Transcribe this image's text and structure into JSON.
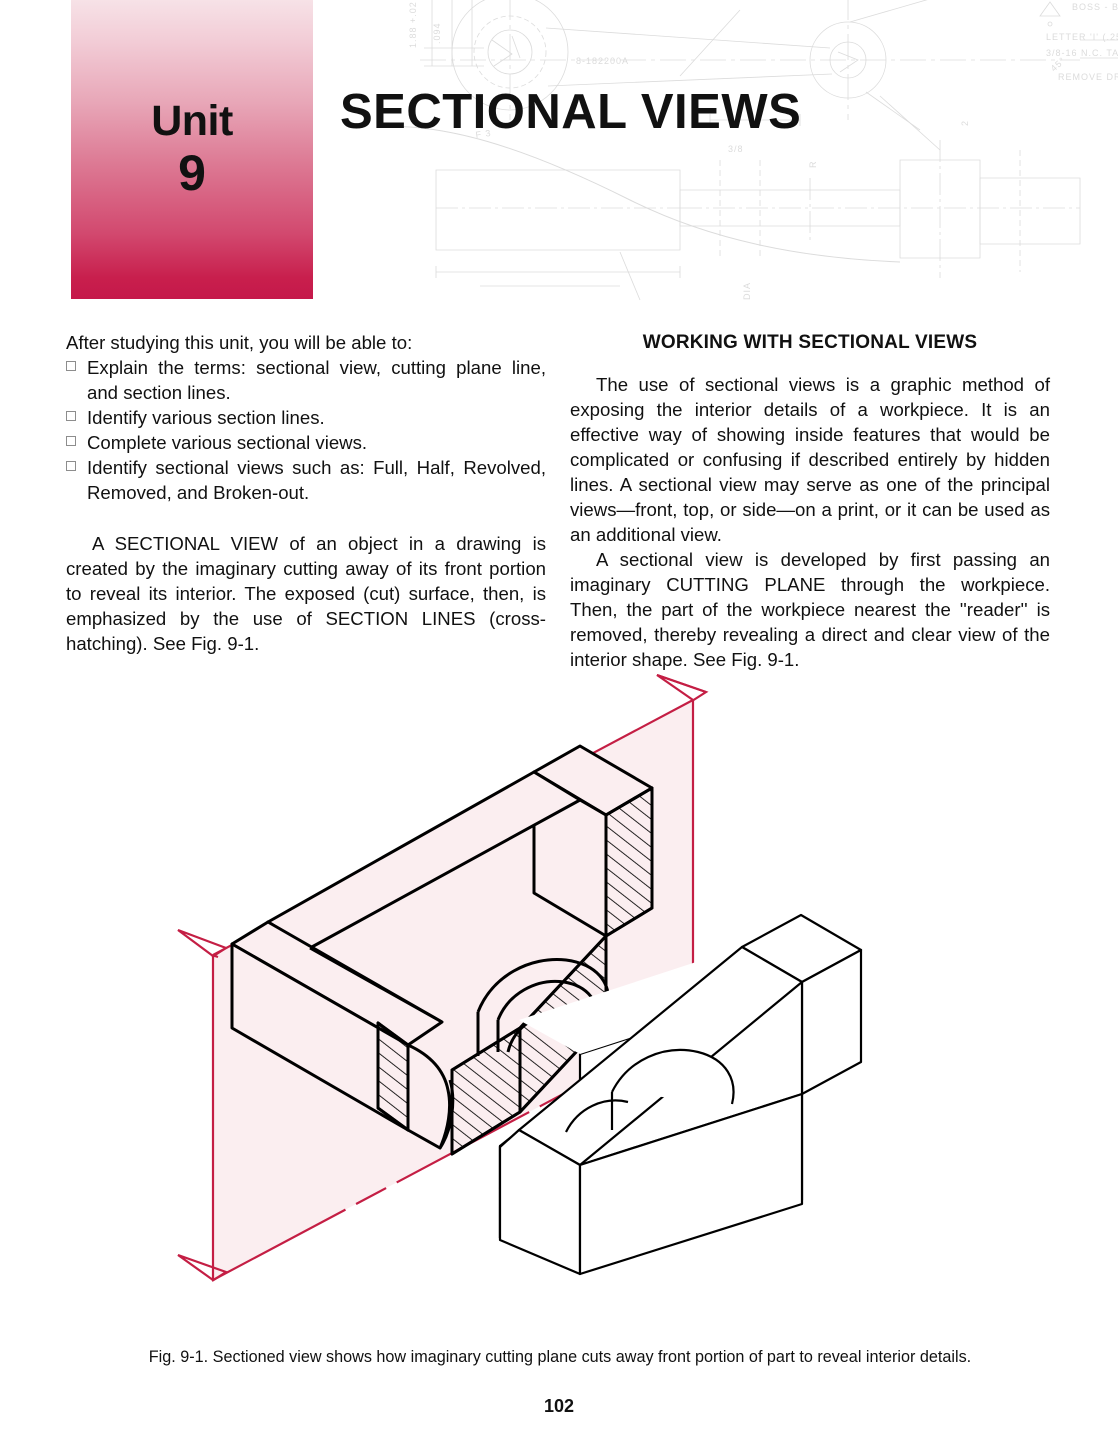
{
  "header": {
    "unit_word": "Unit",
    "unit_number": "9",
    "title": "SECTIONAL VIEWS",
    "accent_color": "#c5184a",
    "tab_gradient_top": "#f7e2e7",
    "tab_gradient_bottom": "#c5184a",
    "background_icon": "blueprint-drawing-watermark"
  },
  "left_column": {
    "objectives_intro": "After studying this unit, you will be able to:",
    "objectives": [
      "Explain the terms: sectional view, cutting plane line, and section lines.",
      "Identify various section lines.",
      "Complete various sectional views.",
      "Identify sectional views such as: Full, Half, Revolved, Removed, and Broken-out."
    ],
    "paragraph": "A SECTIONAL VIEW of an object in a drawing is created by the imaginary cutting away of its front portion to reveal its interior. The exposed (cut) surface, then, is emphasized by the use of SECTION LINES (cross-hatching). See Fig. 9-1."
  },
  "right_column": {
    "heading": "WORKING WITH SECTIONAL VIEWS",
    "paragraph_1": "The use of sectional views is a graphic method of exposing the interior details of a workpiece. It is an effective way of showing inside features that would be complicated or confusing if described entirely by hidden lines. A sectional view may serve as one of the principal views—front, top, or side—on a print, or it can be used as an additional view.",
    "paragraph_2": "A sectional view is developed by first passing an imaginary CUTTING PLANE through the workpiece. Then, the part of the workpiece nearest the ''reader'' is removed, thereby revealing a direct and clear view of the interior shape. See Fig. 9-1."
  },
  "figure": {
    "name": "sectioned-isometric-view",
    "caption": "Fig. 9-1. Sectioned view shows how imaginary cutting plane cuts away front portion of part to reveal interior details.",
    "cutting_plane_color": "#c41e44",
    "cutting_plane_fill": "#fbeef0",
    "section_line_color": "#000000",
    "elements": [
      "cutting-plane-parallelogram",
      "cutting-plane-arrow-top-right",
      "cutting-plane-arrow-left-middle",
      "cutting-plane-arrow-right-middle",
      "cutting-plane-arrow-bottom-left",
      "sectioned-part-with-hatching",
      "removed-front-portion-block"
    ]
  },
  "page_number": "102"
}
